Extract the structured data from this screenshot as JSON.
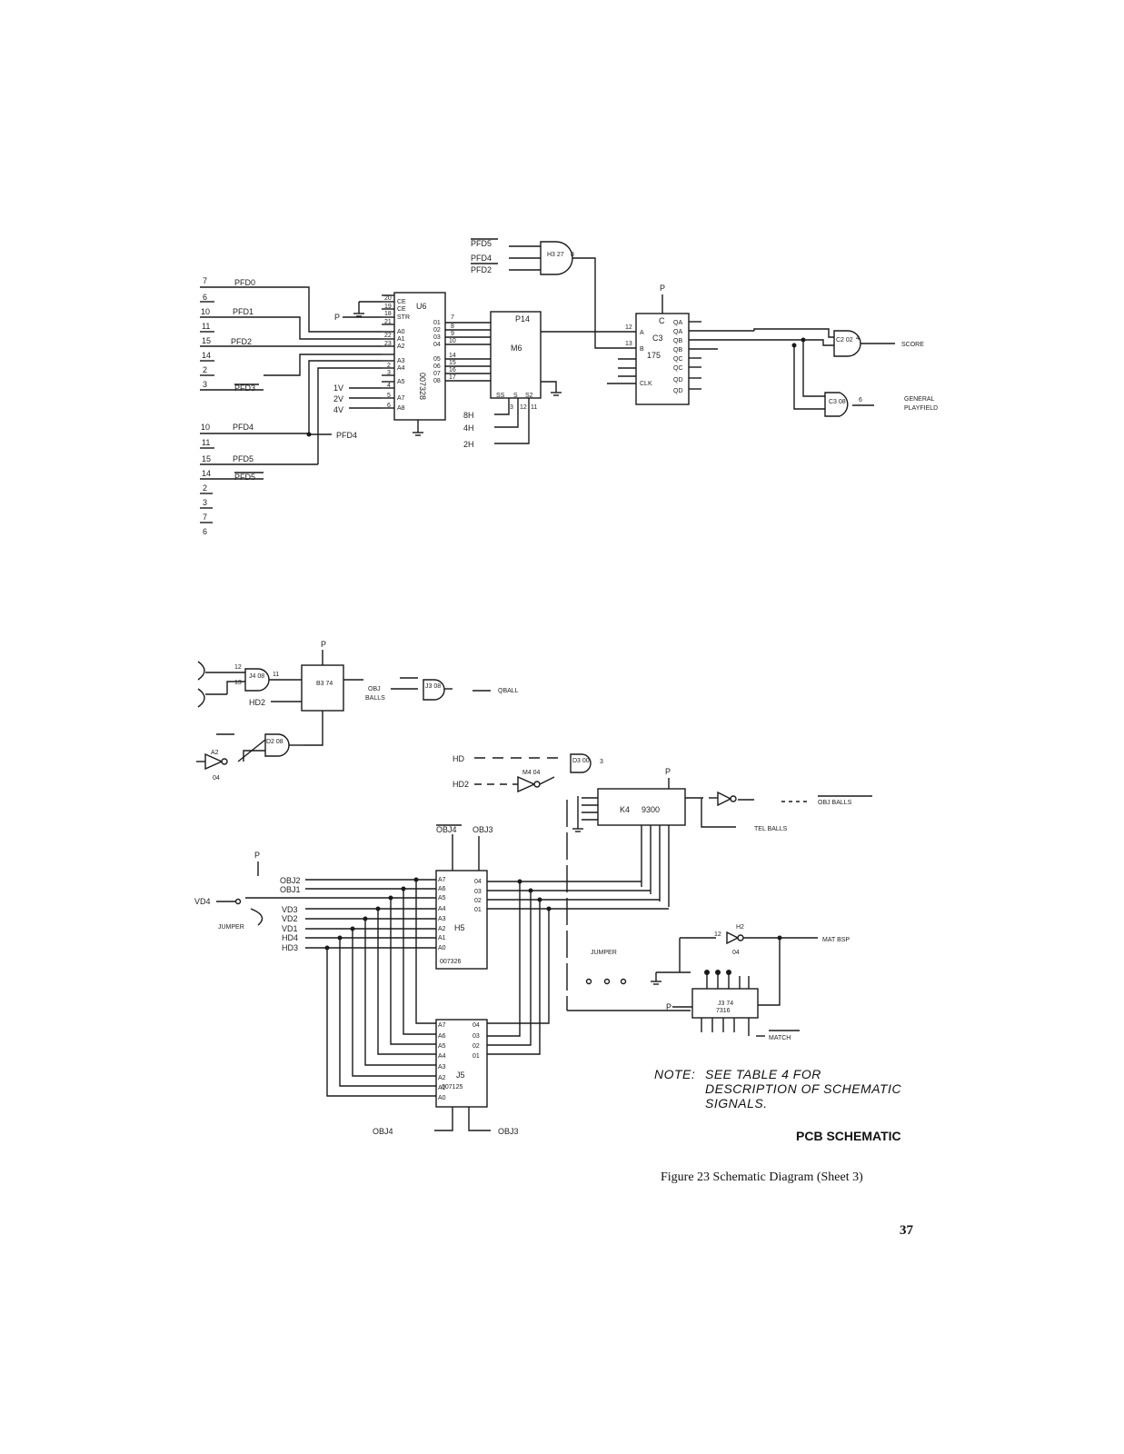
{
  "schematic": {
    "top": {
      "pfd_inputs": [
        {
          "pin": "7",
          "label": "PFD0"
        },
        {
          "pin": "6",
          "label": ""
        },
        {
          "pin": "10",
          "label": "PFD1"
        },
        {
          "pin": "11",
          "label": ""
        },
        {
          "pin": "15",
          "label": "PFD2"
        },
        {
          "pin": "14",
          "label": ""
        },
        {
          "pin": "2",
          "label": ""
        },
        {
          "pin": "3",
          "label": "PFD3"
        }
      ],
      "pfd_inputs2": [
        {
          "pin": "10",
          "label": "PFD4"
        },
        {
          "pin": "11",
          "label": ""
        },
        {
          "pin": "15",
          "label": "PFD5"
        },
        {
          "pin": "14",
          "label": "PFD5"
        },
        {
          "pin": "2",
          "label": ""
        },
        {
          "pin": "3",
          "label": ""
        },
        {
          "pin": "7",
          "label": ""
        },
        {
          "pin": "6",
          "label": ""
        }
      ],
      "pfd4_mid": "PFD4",
      "gate_inputs": [
        "PFD5",
        "PFD4",
        "PFD2"
      ],
      "gate_id": "H3\n27",
      "gate_out_pin": "8",
      "rom": {
        "id": "U6",
        "part": "007328"
      },
      "rom_left_pins": [
        "20",
        "19",
        "18",
        "21",
        "22",
        "23",
        "2",
        "3",
        "4",
        "5",
        "6"
      ],
      "rom_left_names": [
        "CE",
        "CE",
        "STR",
        "A0",
        "A1",
        "A2",
        "A3",
        "A4",
        "A5",
        "A7",
        "A8"
      ],
      "rom_right_names": [
        "01",
        "02",
        "03",
        "04",
        "05",
        "06",
        "07",
        "08"
      ],
      "rom_right_pins": [
        "7",
        "8",
        "9",
        "10",
        "14",
        "15",
        "16",
        "17"
      ],
      "p_label": "P",
      "v_labels": [
        "1V",
        "2V",
        "4V"
      ],
      "mux": {
        "id": "P14",
        "name": "M6",
        "bottom": [
          "SS",
          "S",
          "S2"
        ],
        "bottom_pins": [
          "3",
          "12",
          "11"
        ]
      },
      "h_labels": [
        "8H",
        "4H",
        "2H"
      ],
      "shift": {
        "id": "C3",
        "part": "175",
        "left_pins": [
          "12",
          "13"
        ],
        "left_names": [
          "A",
          "B"
        ],
        "clk": "CLK",
        "right": [
          "QA",
          "QA",
          "QB",
          "QB",
          "QC",
          "QC",
          "QD",
          "QD"
        ],
        "top": "C",
        "p": "P"
      },
      "outputs": [
        {
          "gate": "C2\n02",
          "pin": "4",
          "label": "SCORE"
        },
        {
          "gate": "C3\n08",
          "pin": "6",
          "label": "GENERAL\nPLAYFIELD"
        }
      ]
    },
    "bottom": {
      "flipflop": {
        "id": "B3\n74",
        "gate": "J4\n08",
        "hd": "HD2",
        "pins": [
          "12",
          "13",
          "11"
        ],
        "top": "P"
      },
      "balls": {
        "left": "OBJ\nBALLS",
        "gate": "J3\n08",
        "out": "QBALL"
      },
      "inverter": {
        "id": "A2",
        "sub": "04"
      },
      "d2_gate": "D2\n08",
      "hd_inputs": [
        {
          "label": "HD",
          "gate": "D3\n00",
          "pin": "3"
        },
        {
          "label": "HD2",
          "inv": "M4\n04"
        }
      ],
      "ff9300": {
        "id": "K4",
        "part": "9300"
      },
      "obj_balls": "OBJ BALLS",
      "tel_balls": "TEL BALLS",
      "obj_top": [
        "OBJ4",
        "OBJ3"
      ],
      "p_label": "P",
      "left_inputs": [
        "OBJ2",
        "OBJ1",
        "VD3",
        "VD2",
        "VD1",
        "HD4",
        "HD3"
      ],
      "vd4": "VD4",
      "jumper": "JUMPER",
      "h5": {
        "id": "H5",
        "part": "007326",
        "pins": [
          "A7",
          "A6",
          "A5",
          "A4",
          "A3",
          "A2",
          "A1",
          "A0"
        ],
        "outs": [
          "04",
          "03",
          "02",
          "01"
        ]
      },
      "j5": {
        "id": "J5",
        "part": "007125",
        "pins": [
          "A7",
          "A6",
          "A5",
          "A4",
          "A3",
          "A2",
          "A1",
          "A0"
        ],
        "outs": [
          "04",
          "03",
          "02",
          "01"
        ]
      },
      "obj_bottom": [
        "OBJ4",
        "OBJ3"
      ],
      "h2": {
        "id": "H2",
        "sub": "04",
        "out": "MAT BSP"
      },
      "jumpers2": "JUMPER",
      "comparator": {
        "id": "J3\n74",
        "part": "7316"
      },
      "match": "MATCH"
    }
  },
  "note": {
    "prefix": "NOTE:",
    "lines": [
      "SEE TABLE 4 FOR",
      "DESCRIPTION OF SCHEMATIC",
      "SIGNALS."
    ]
  },
  "section_title": "PCB SCHEMATIC",
  "caption": "Figure 23   Schematic Diagram (Sheet 3)",
  "page_number": "37"
}
